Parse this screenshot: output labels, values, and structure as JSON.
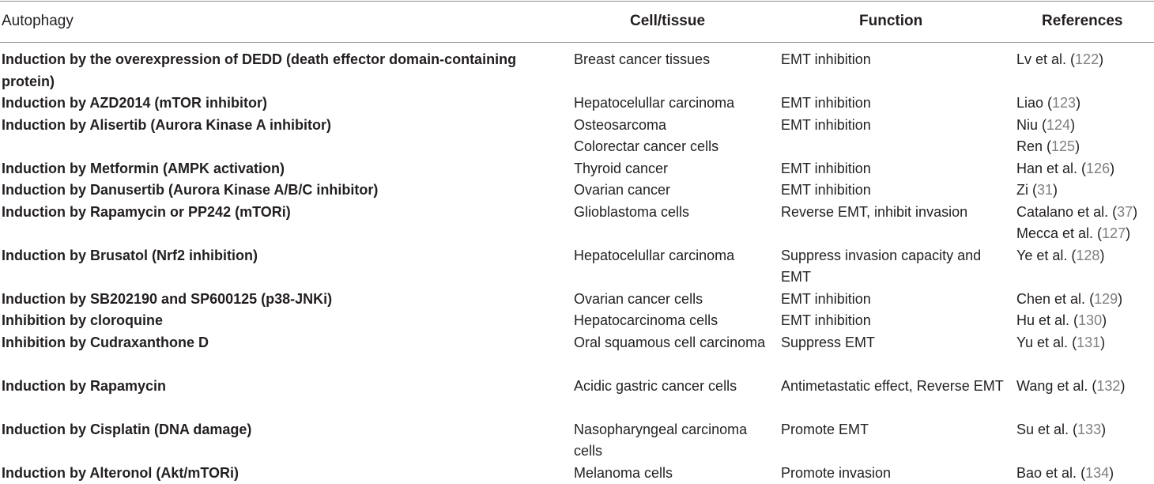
{
  "table": {
    "headers": {
      "autophagy": "Autophagy",
      "cell_tissue": "Cell/tissue",
      "function": "Function",
      "references": "References"
    },
    "rows": [
      {
        "autophagy": "Induction by the overexpression of DEDD (death effector domain-containing protein)",
        "cell": "Breast cancer tissues",
        "function": "EMT inhibition",
        "references": [
          {
            "author": "Lv et al.",
            "num": "122"
          }
        ]
      },
      {
        "autophagy": "Induction by AZD2014 (mTOR inhibitor)",
        "cell": "Hepatocelullar carcinoma",
        "function": "EMT inhibition",
        "references": [
          {
            "author": "Liao",
            "num": "123"
          }
        ]
      },
      {
        "autophagy": "Induction by Alisertib (Aurora Kinase A inhibitor)",
        "cell": "Osteosarcoma\nColorectar cancer cells",
        "function": "EMT inhibition",
        "references": [
          {
            "author": "Niu",
            "num": "124"
          },
          {
            "author": "Ren",
            "num": "125"
          }
        ]
      },
      {
        "autophagy": "Induction by Metformin (AMPK activation)",
        "cell": "Thyroid cancer",
        "function": "EMT inhibition",
        "references": [
          {
            "author": "Han et al.",
            "num": "126"
          }
        ]
      },
      {
        "autophagy": "Induction by Danusertib (Aurora Kinase A/B/C inhibitor)",
        "cell": "Ovarian cancer",
        "function": "EMT inhibition",
        "references": [
          {
            "author": "Zi",
            "num": "31"
          }
        ]
      },
      {
        "autophagy": "Induction by Rapamycin or PP242 (mTORi)",
        "cell": "Glioblastoma cells",
        "function": "Reverse EMT, inhibit invasion",
        "references": [
          {
            "author": "Catalano et al.",
            "num": "37"
          },
          {
            "author": "Mecca et al.",
            "num": "127"
          }
        ]
      },
      {
        "autophagy": "Induction by Brusatol (Nrf2 inhibition)",
        "cell": "Hepatocelullar carcinoma",
        "function": "Suppress invasion capacity and EMT",
        "references": [
          {
            "author": "Ye et al.",
            "num": "128"
          }
        ]
      },
      {
        "autophagy": "Induction by SB202190 and SP600125 (p38-JNKi)",
        "cell": "Ovarian cancer cells",
        "function": "EMT inhibition",
        "references": [
          {
            "author": "Chen et al.",
            "num": "129"
          }
        ]
      },
      {
        "autophagy": "Inhibition by cloroquine",
        "cell": "Hepatocarcinoma cells",
        "function": "EMT inhibition",
        "references": [
          {
            "author": "Hu et al.",
            "num": "130"
          }
        ]
      },
      {
        "autophagy": "Inhibition by Cudraxanthone D",
        "cell": "Oral squamous cell carcinoma",
        "function": "Suppress EMT",
        "references": [
          {
            "author": "Yu et al.",
            "num": "131"
          }
        ]
      },
      {
        "autophagy": "Induction by Rapamycin",
        "cell": "Acidic gastric cancer cells",
        "function": "Antimetastatic effect, Reverse EMT",
        "references": [
          {
            "author": "Wang et al.",
            "num": "132"
          }
        ]
      },
      {
        "autophagy": "Induction by Cisplatin (DNA damage)",
        "cell": "Nasopharyngeal carcinoma cells",
        "function": "Promote EMT",
        "references": [
          {
            "author": "Su et al.",
            "num": "133"
          }
        ]
      },
      {
        "autophagy": "Induction by Alteronol (Akt/mTORi)",
        "cell": "Melanoma cells",
        "function": "Promote invasion",
        "references": [
          {
            "author": "Bao et al.",
            "num": "134"
          }
        ]
      }
    ]
  }
}
